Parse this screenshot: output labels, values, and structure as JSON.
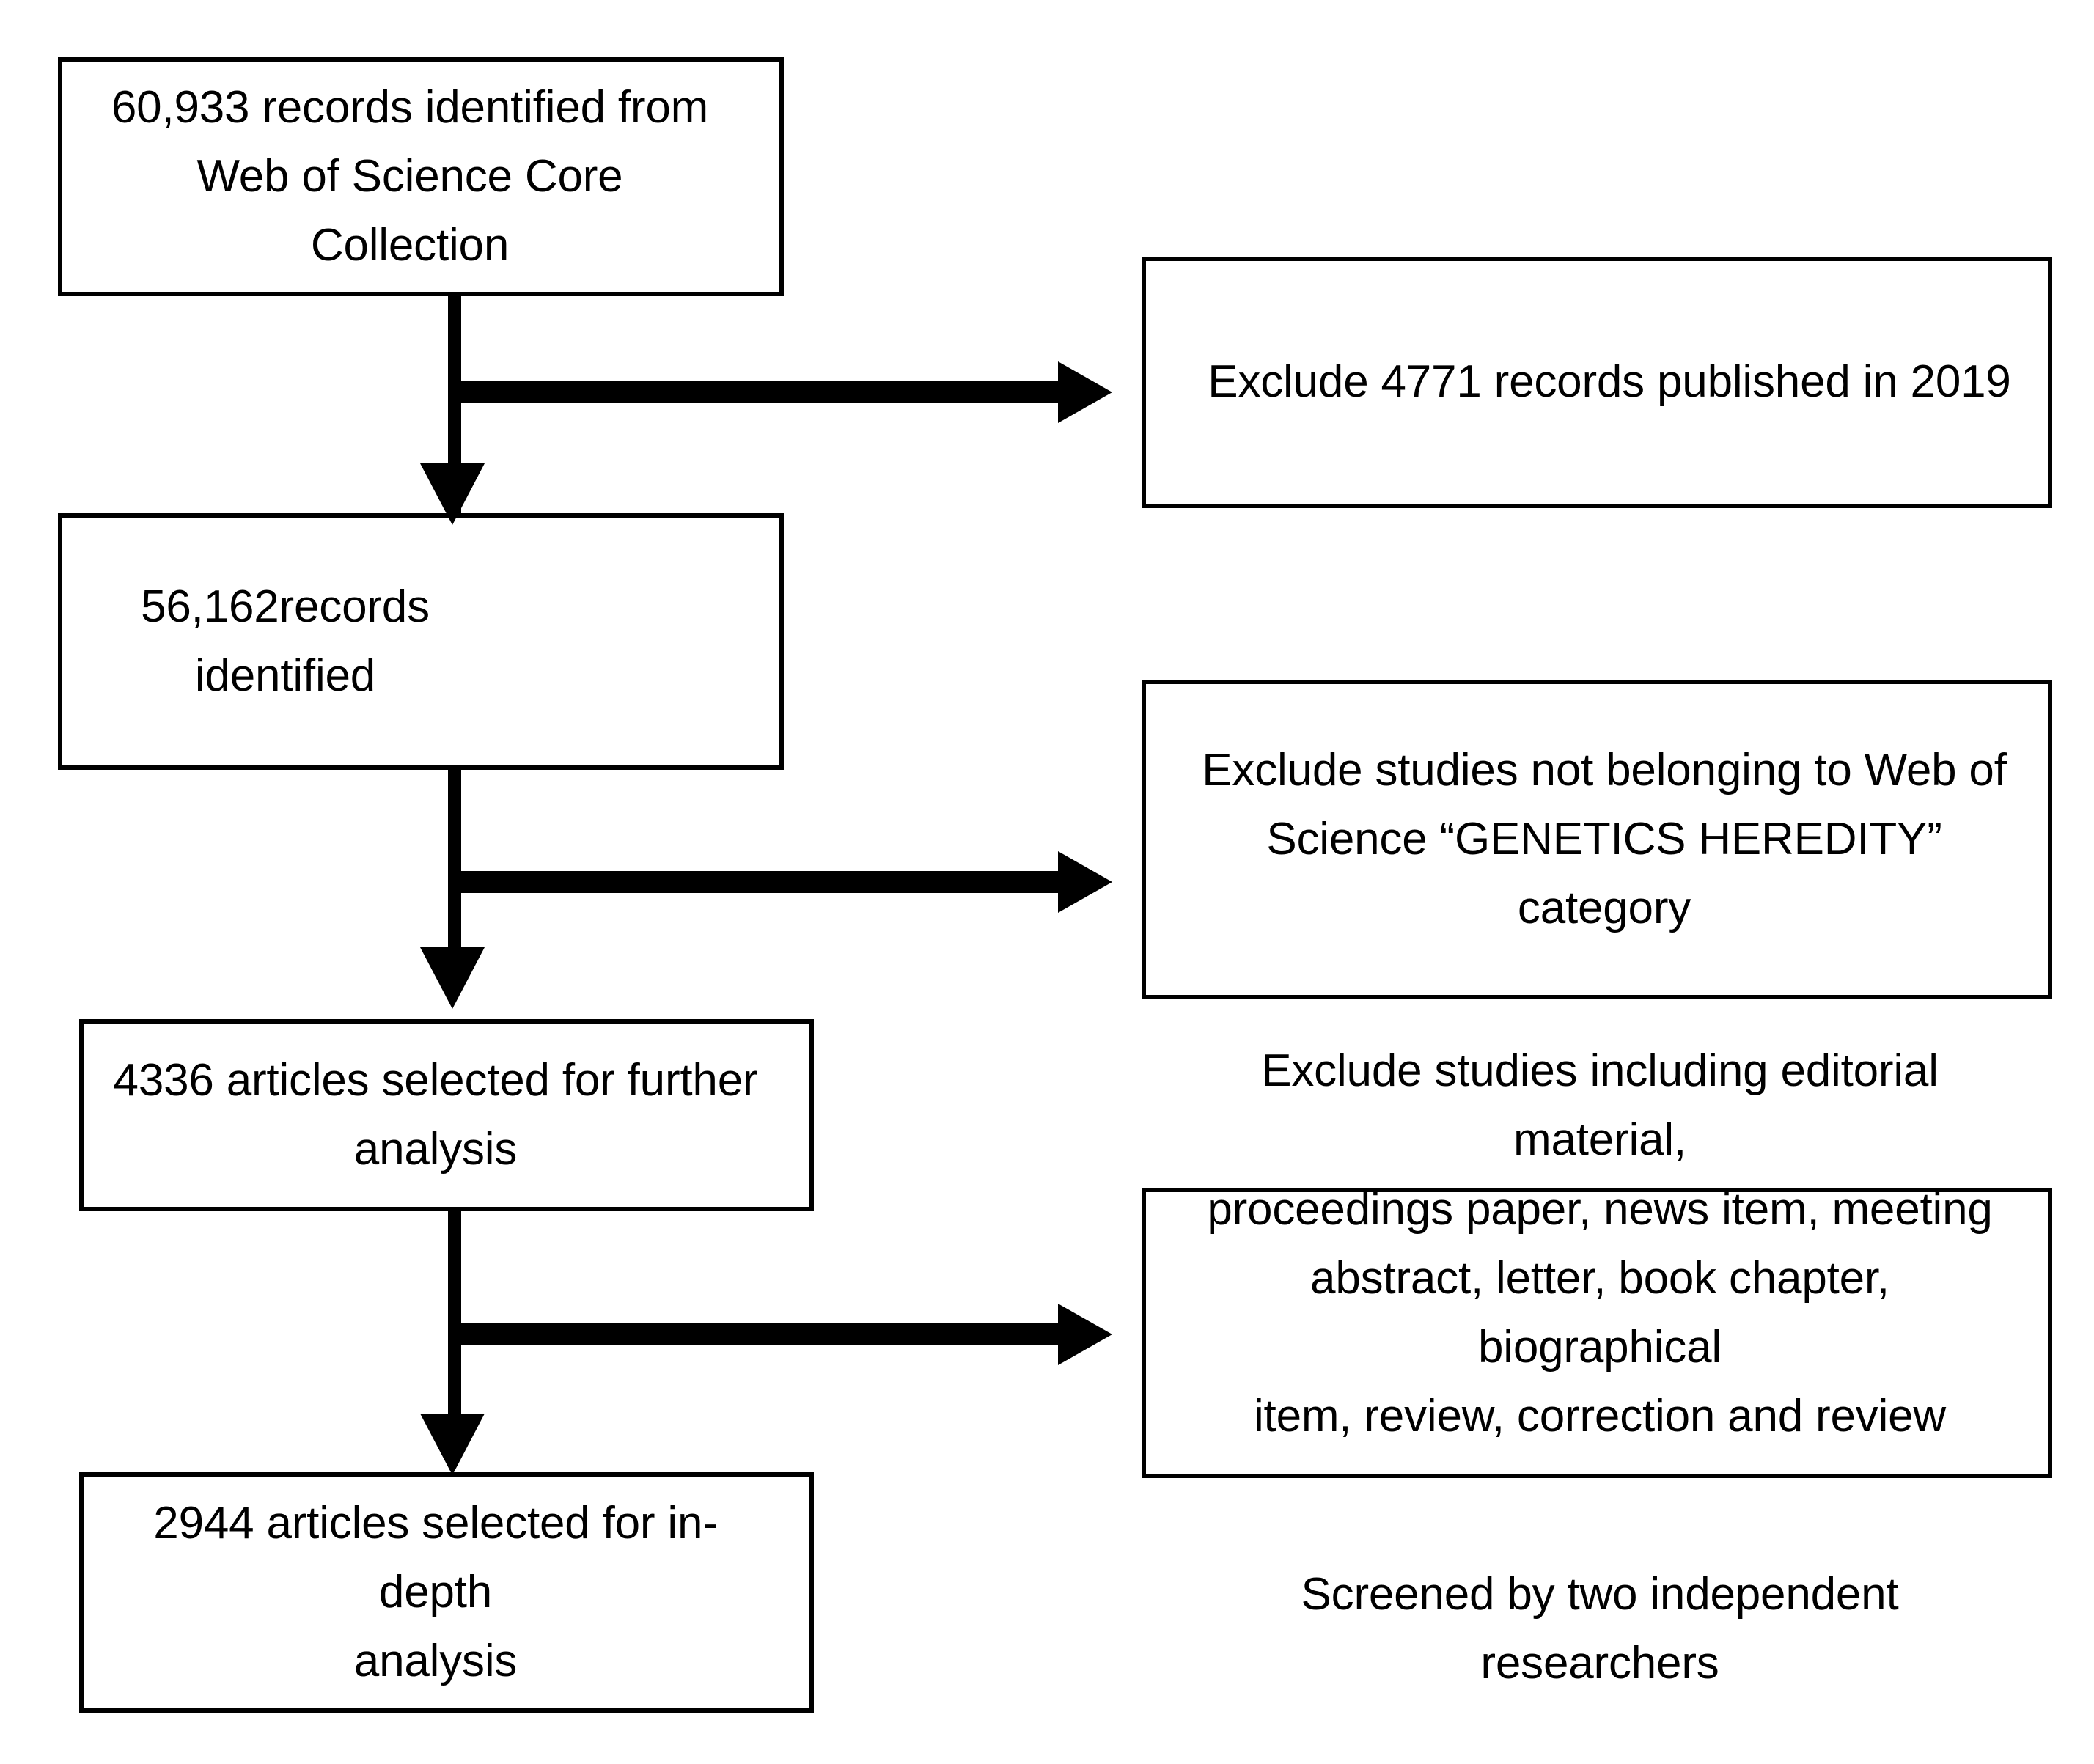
{
  "diagram": {
    "title": "Study selection flowchart",
    "background_color": "#ffffff",
    "line_color": "#000000",
    "box_border_color": "#000000"
  },
  "nodes": {
    "identified": {
      "id": "node-identified",
      "text": "60,933 records identified from\nWeb of Science Core Collection",
      "count": 60933,
      "stage": "identification"
    },
    "records": {
      "id": "node-records",
      "text": "56,162records identified",
      "count": 56162,
      "stage": "screening"
    },
    "further": {
      "id": "node-further",
      "text": "4336 articles selected for further\nanalysis",
      "count": 4336,
      "stage": "eligibility"
    },
    "indepth": {
      "id": "node-indepth",
      "text": "2944 articles selected for in-depth\nanalysis",
      "count": 2944,
      "stage": "included"
    },
    "exclude_2019": {
      "id": "node-exclude-2019",
      "text": "Exclude 4771 records published  in 2019",
      "count": 4771
    },
    "exclude_category": {
      "id": "node-exclude-cat",
      "text": "Exclude studies not belonging to Web of\nScience “GENETICS HEREDITY” category"
    },
    "exclude_types": {
      "id": "node-exclude-types",
      "text_main": "Exclude studies including  editorial material,\nproceedings paper, news item, meeting\nabstract, letter, book chapter, biographical\nitem, review, correction and review",
      "text_note": "Screened by two independent  researchers"
    }
  },
  "connectors": [
    {
      "name": "identified-to-records",
      "type": "arrow-down"
    },
    {
      "name": "identified-to-exclude-2019",
      "type": "arrow-right"
    },
    {
      "name": "records-to-further",
      "type": "arrow-down"
    },
    {
      "name": "records-to-exclude-category",
      "type": "arrow-right"
    },
    {
      "name": "further-to-indepth",
      "type": "arrow-down"
    },
    {
      "name": "further-to-exclude-types",
      "type": "arrow-right"
    }
  ]
}
